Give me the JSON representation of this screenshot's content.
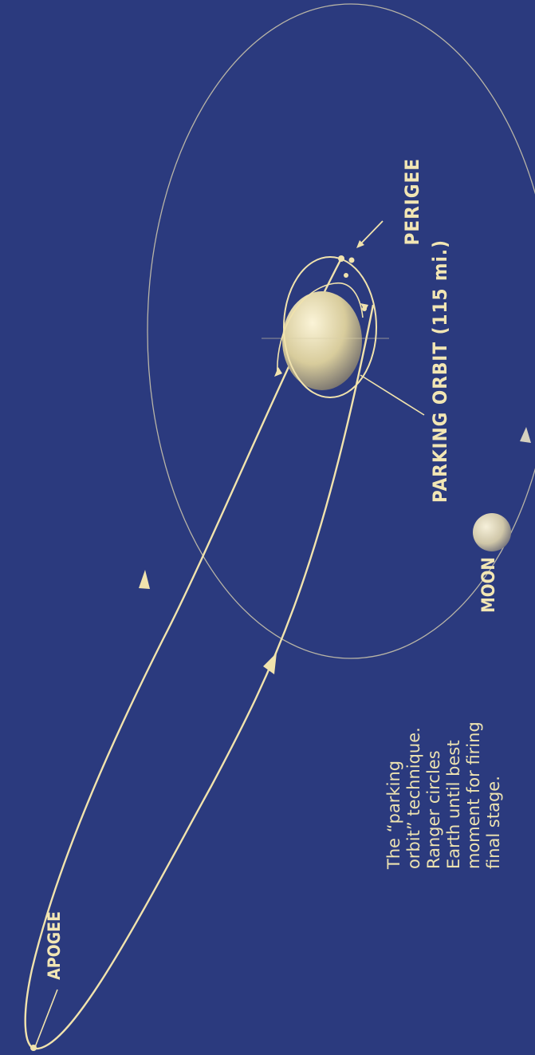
{
  "colors": {
    "background": "#2b3a7e",
    "trajectory": "#f1e3ad",
    "earth": "#e8dcb0",
    "moon": "#e4dab8"
  },
  "labels": {
    "apogee": "APOGEE",
    "perigee": "PERIGEE",
    "parking_orbit": "PARKING ORBIT (115 mi.)",
    "moon": "MOON"
  },
  "caption": {
    "line1": "The “parking orbit” technique.",
    "line2": "Ranger circles Earth until best",
    "line3": "moment for firing final stage."
  }
}
